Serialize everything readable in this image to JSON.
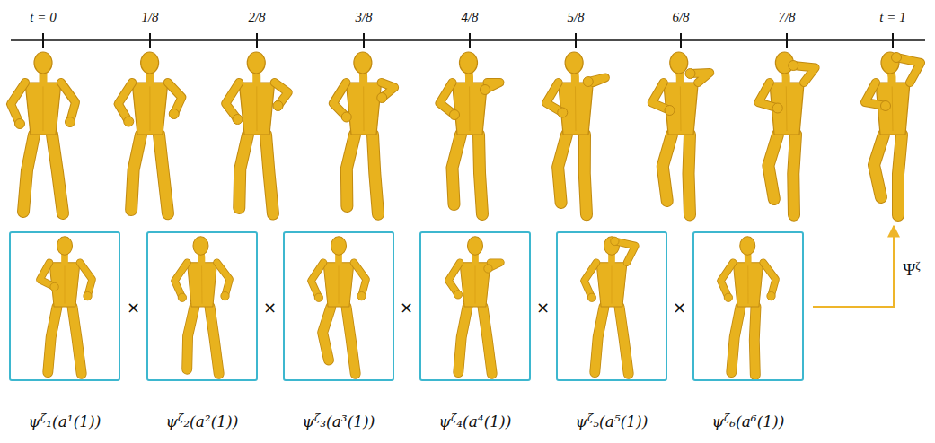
{
  "diagram": {
    "nodes": [
      {
        "text": [
          "ψζ₁(a¹(1))"
        ]
      },
      {
        "text": [
          "ψζ₂(a²(1))"
        ]
      },
      {
        "text": [
          "ψζ₃(a³(1))"
        ]
      },
      {
        "text": [
          "ψζ₄(a⁴(1))"
        ]
      },
      {
        "text": [
          "ψζ₅(a⁵(1))"
        ]
      },
      {
        "text": [
          "ψζ₆(a⁶(1))"
        ]
      }
    ],
    "labels": [
      "t = 0",
      "1/8",
      "2/8",
      "3/8",
      "4/8",
      "5/8",
      "6/8",
      "7/8",
      "t = 1",
      "×",
      "×",
      "×",
      "×",
      "×",
      "Ψζ"
    ]
  }
}
